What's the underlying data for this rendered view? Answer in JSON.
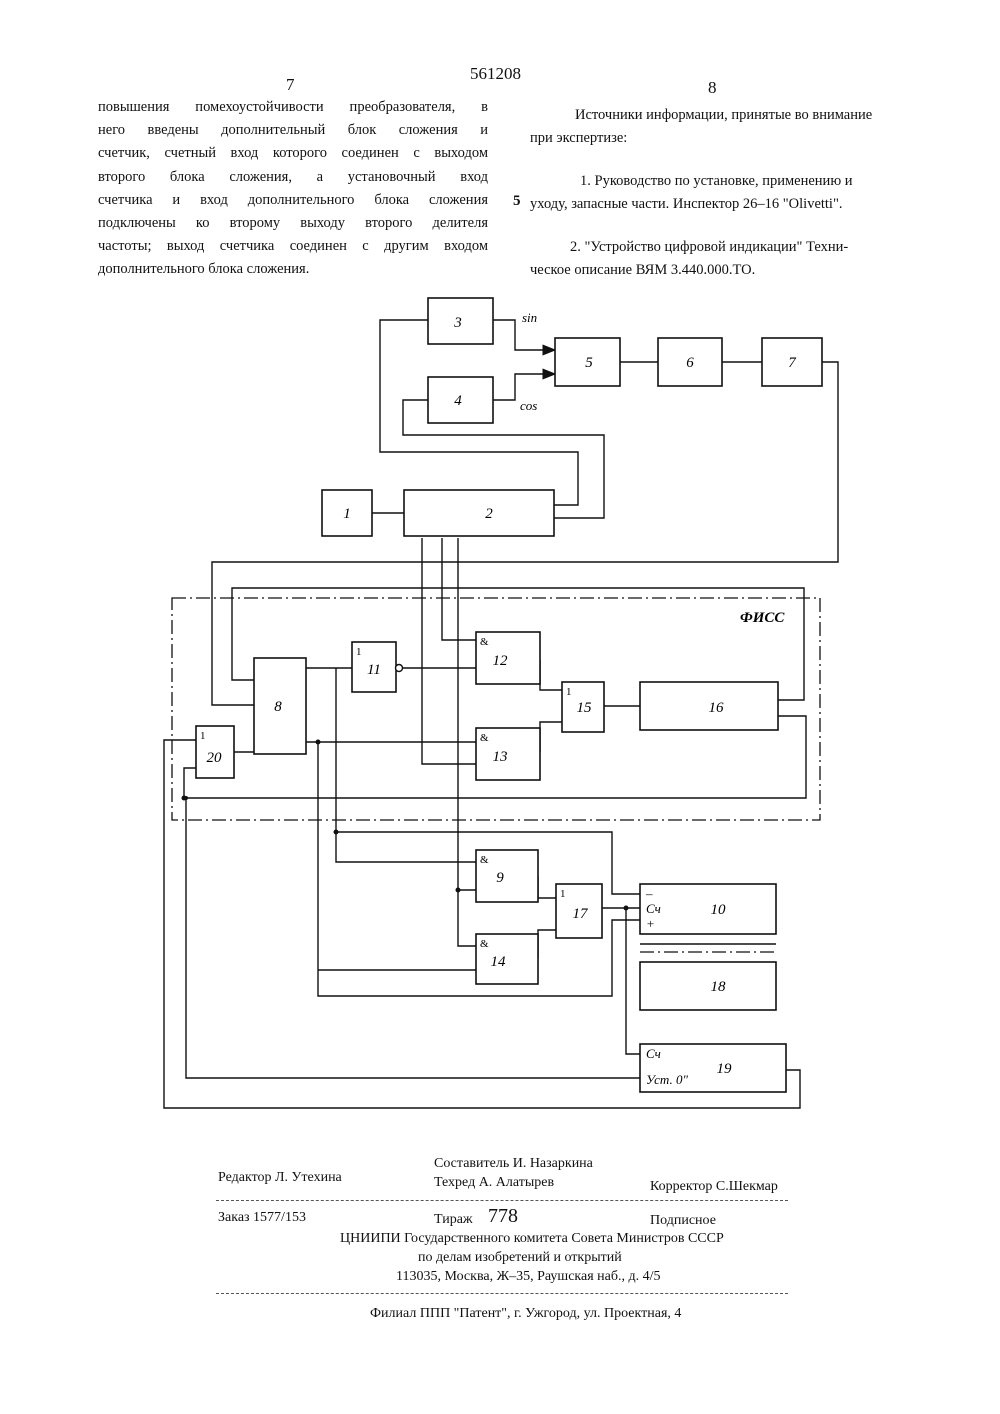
{
  "header": {
    "patent_number": "561208",
    "page_left": "7",
    "page_right": "8"
  },
  "left_text": [
    "повышения помехоустойчивости преобразователя, в",
    "него введены дополнительный блок сложения и",
    "счетчик, счетный вход которого соединен с выходом",
    "второго блока сложения, а установочный вход",
    "счетчика и вход дополнительного блока сложения",
    "подключены ко второму выходу второго делителя",
    "частоты; выход счетчика соединен с другим входом",
    "дополнительного блока сложения."
  ],
  "line_number": "5",
  "sources": {
    "title_lines": [
      "Источники информации, принятые во внимание",
      "при экспертизе:"
    ],
    "item1_lines": [
      "1. Руководство по установке, применению и",
      "уходу, запасные части. Инспектор 26–16 \"Olivetti\"."
    ],
    "item2_lines": [
      "2. \"Устройство цифровой индикации\" Техни-",
      "ческое описание ВЯМ 3.440.000.ТО."
    ]
  },
  "diagram": {
    "blocks": [
      "1",
      "2",
      "3",
      "4",
      "5",
      "6",
      "7",
      "8",
      "9",
      "10",
      "11",
      "12",
      "13",
      "14",
      "15",
      "16",
      "17",
      "18",
      "19",
      "20"
    ],
    "gate_marks": {
      "and": "&",
      "or": "1"
    },
    "signals": {
      "sin": "sin",
      "cos": "cos"
    },
    "region_label": "ФИСС",
    "counter_pins": {
      "minus": "–",
      "plus": "+",
      "count": "Сч",
      "reset": "Уст. 0\""
    }
  },
  "footer": {
    "compiler": "Составитель И. Назаркина",
    "editor": "Редактор Л. Утехина",
    "techred": "Техред А. Алатырев",
    "corrector": "Корректор С.Шекмар",
    "order": "Заказ 1577/153",
    "print_run_label": "Тираж",
    "print_run": "778",
    "subscription": "Подписное",
    "org1": "ЦНИИПИ Государственного комитета Совета Министров СССР",
    "org2": "по делам изобретений и открытий",
    "address": "113035, Москва, Ж–35, Раушская наб., д. 4/5",
    "branch": "Филиал ППП \"Патент\", г. Ужгород, ул. Проектная, 4"
  }
}
